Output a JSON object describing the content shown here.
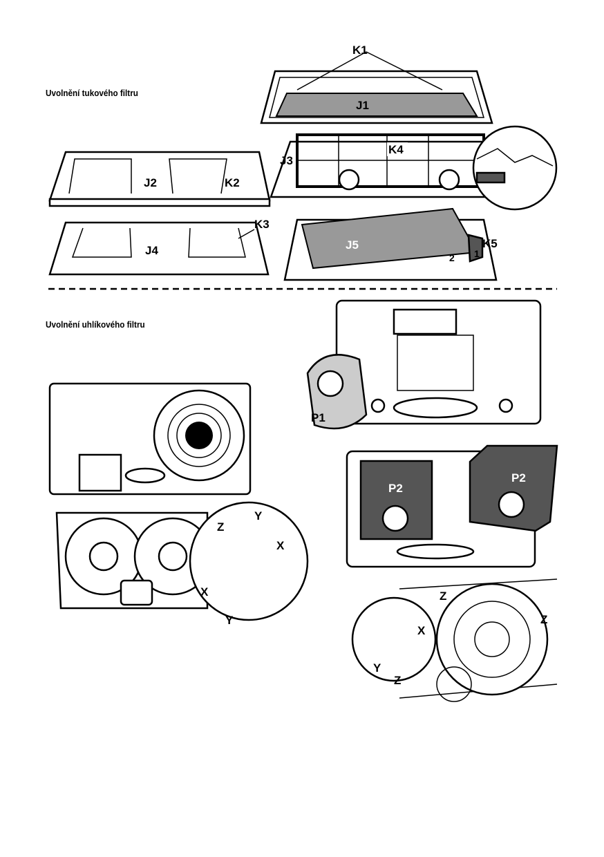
{
  "sections": {
    "grease_filter_title": "Uvolnění tukového filtru",
    "carbon_filter_title": "Uvolnění uhlíkového filtru"
  },
  "labels": {
    "k1": "K1",
    "j1": "J1",
    "j2": "J2",
    "k2": "K2",
    "j3": "J3",
    "k4": "K4",
    "j4": "J4",
    "k3": "K3",
    "j5": "J5",
    "k5": "K5",
    "step1": "1",
    "step2": "2",
    "p1": "P1",
    "p2a": "P2",
    "p2b": "P2",
    "fig_left_z": "Z",
    "fig_left_y1": "Y",
    "fig_left_x1": "X",
    "fig_left_x2": "X",
    "fig_left_y2": "Y",
    "fig_right_z1": "Z",
    "fig_right_z2": "Z",
    "fig_right_x": "X",
    "fig_right_y": "Y",
    "fig_right_z3": "Z"
  }
}
